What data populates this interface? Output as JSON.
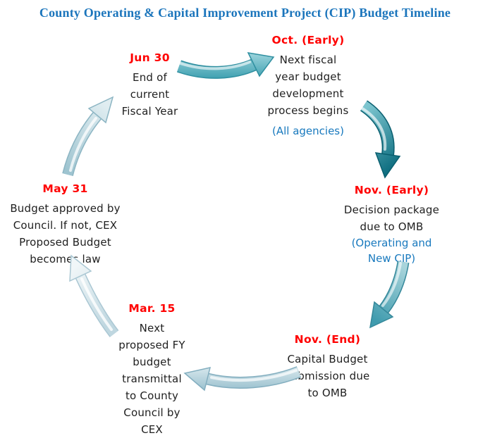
{
  "title": "County Operating & Capital Improvement Project (CIP) Budget Timeline",
  "colors": {
    "title": "#1b75bc",
    "date": "#ff0000",
    "note": "#1879be",
    "text": "#1f1f1f",
    "arrows": {
      "jun_to_oct": {
        "light": "#9fd6de",
        "dark": "#399dae",
        "edge": "#2f8fa0"
      },
      "oct_to_nov_early": {
        "light": "#7cc5cf",
        "dark": "#0e6e80",
        "edge": "#0a5f70"
      },
      "nov_early_to_nov_end": {
        "light": "#a8d4db",
        "dark": "#3f9bae",
        "edge": "#35889a"
      },
      "nov_end_to_mar": {
        "light": "#d9e9ee",
        "dark": "#93bccb",
        "edge": "#83aebf"
      },
      "mar_to_may": {
        "light": "#f0f6f8",
        "dark": "#bfd7e0",
        "edge": "#aac7d3"
      },
      "may_to_jun": {
        "light": "#e0edf1",
        "dark": "#9ec4d0",
        "edge": "#8cb5c3"
      }
    }
  },
  "stages": [
    {
      "date": "Oct. (Early)",
      "desc": "Next fiscal\nyear budget\ndevelopment\nprocess begins",
      "note": "(All agencies)"
    },
    {
      "date": "Nov. (Early)",
      "desc": "Decision package\ndue to OMB",
      "note": "(Operating and\nNew CIP)"
    },
    {
      "date": "Nov. (End)",
      "desc": "Capital Budget\nsubmission due\nto OMB"
    },
    {
      "date": "Mar. 15",
      "desc": "Next\nproposed FY\nbudget\ntransmittal\nto County\nCouncil by\nCEX"
    },
    {
      "date": "May 31",
      "desc": "Budget approved by\nCouncil. If not, CEX\nProposed Budget\nbecomes law"
    },
    {
      "date": "Jun 30",
      "desc": "End of\ncurrent\nFiscal Year"
    }
  ]
}
